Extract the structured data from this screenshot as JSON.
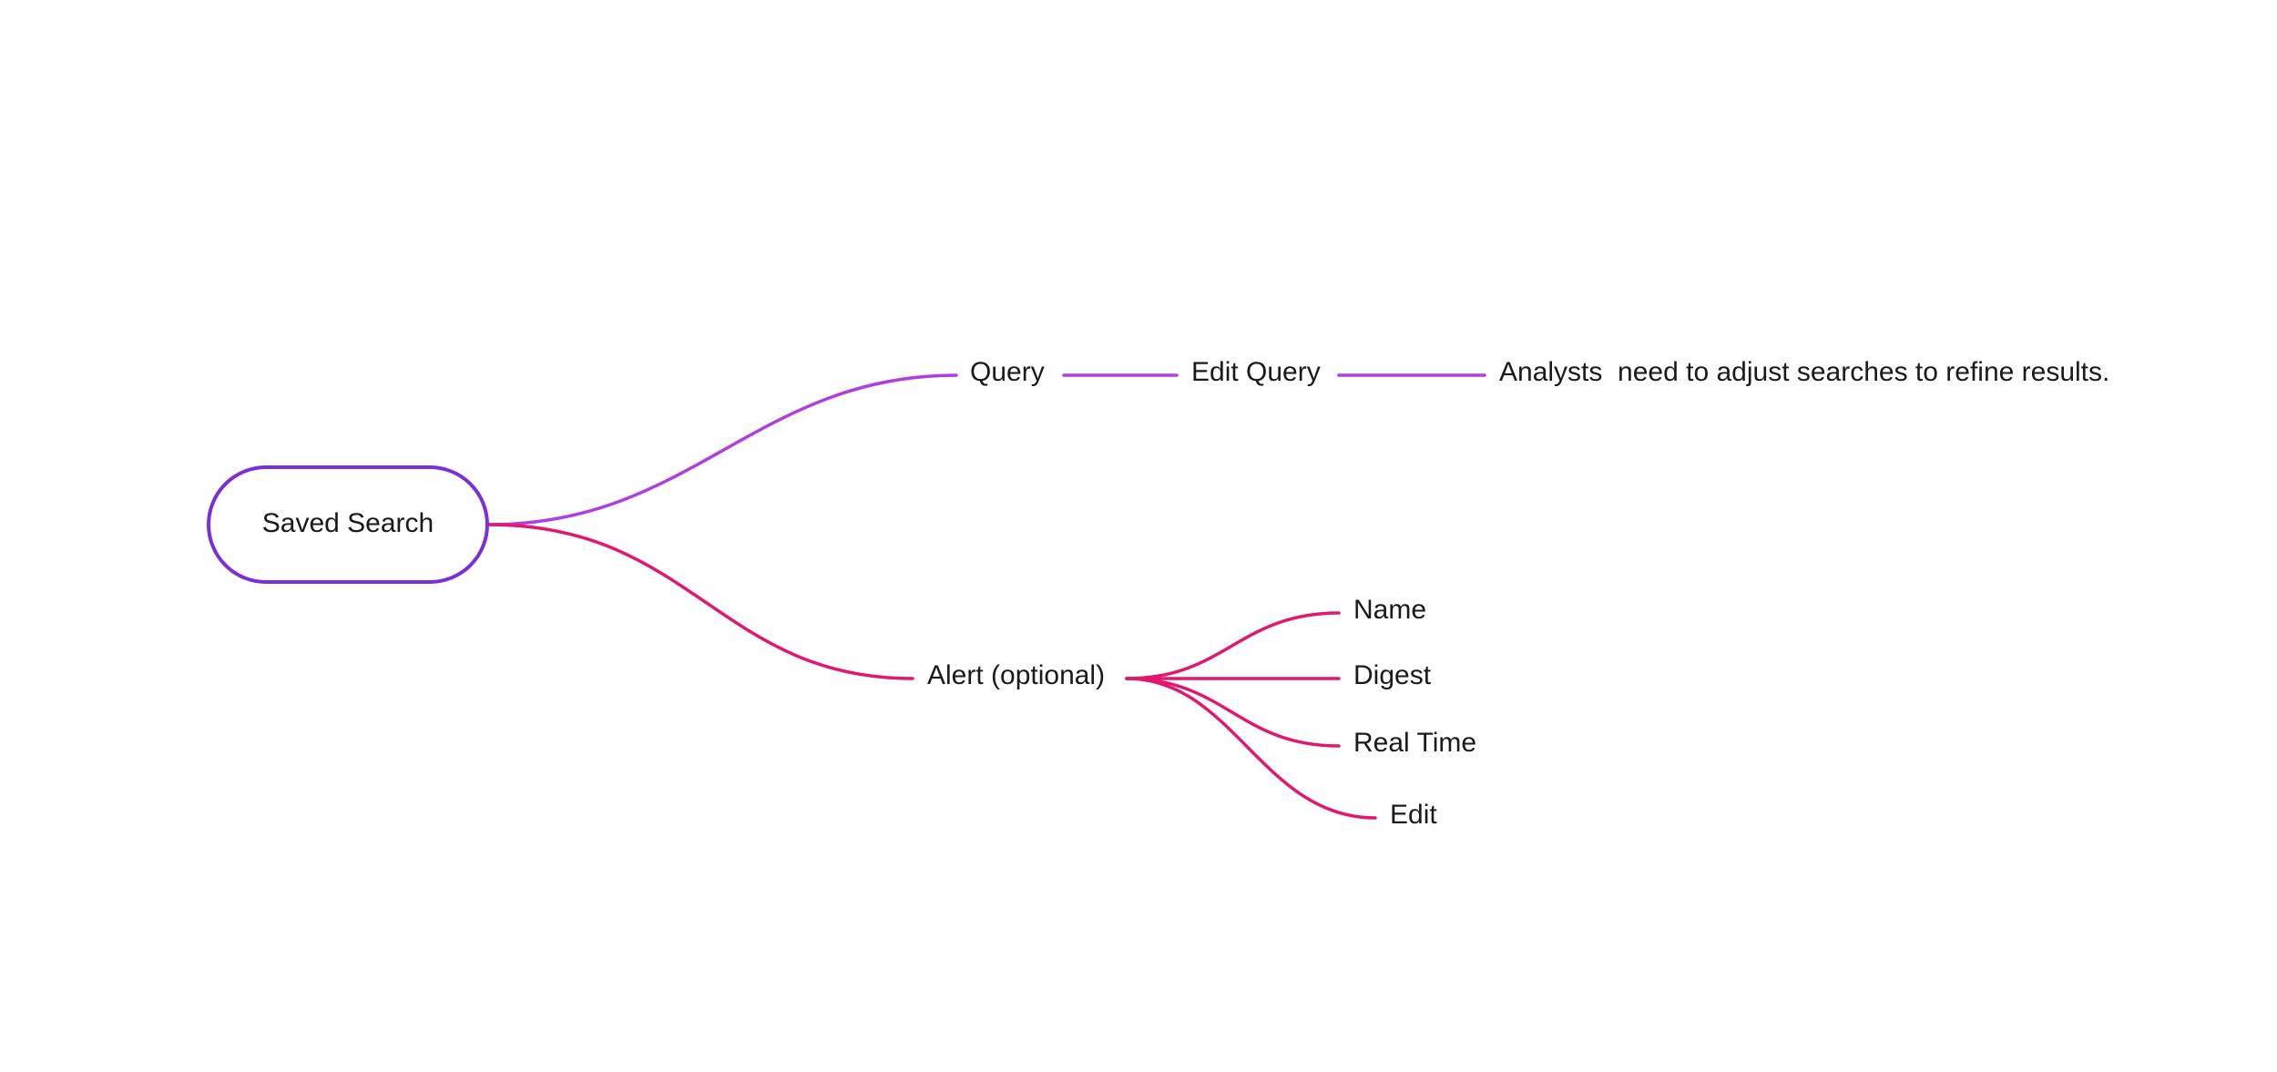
{
  "mindmap": {
    "root": {
      "label": "Saved Search",
      "color": "#7b2fd9"
    },
    "query_branch": {
      "color": "#b13fe0",
      "nodes": {
        "query": "Query",
        "edit_query": "Edit Query",
        "note": "Analysts  need to adjust searches to refine results."
      }
    },
    "alert_branch": {
      "color": "#e3176f",
      "label": "Alert (optional)",
      "children": [
        "Name",
        "Digest",
        "Real Time",
        "Edit"
      ]
    }
  }
}
